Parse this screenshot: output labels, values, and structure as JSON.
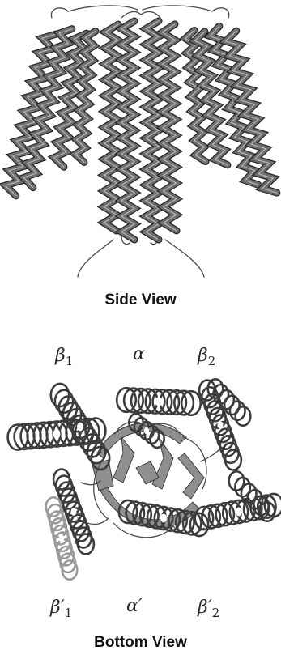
{
  "side_view": {
    "title": "Side View"
  },
  "bottom_view": {
    "title": "Bottom View",
    "labels": {
      "beta1": {
        "main": "β",
        "sub": "1"
      },
      "alpha": {
        "main": "α"
      },
      "beta2": {
        "main": "β",
        "sub": "2"
      },
      "beta1_prime": {
        "main": "β′",
        "sub": "1"
      },
      "alpha_prime": {
        "main": "α′"
      },
      "beta2_prime": {
        "main": "β′",
        "sub": "2"
      }
    }
  },
  "colors": {
    "helix_side": "#6d6d6d",
    "helix_dark": "#3c3c3c",
    "helix_light": "#9a9a9a",
    "background": "#ffffff"
  }
}
